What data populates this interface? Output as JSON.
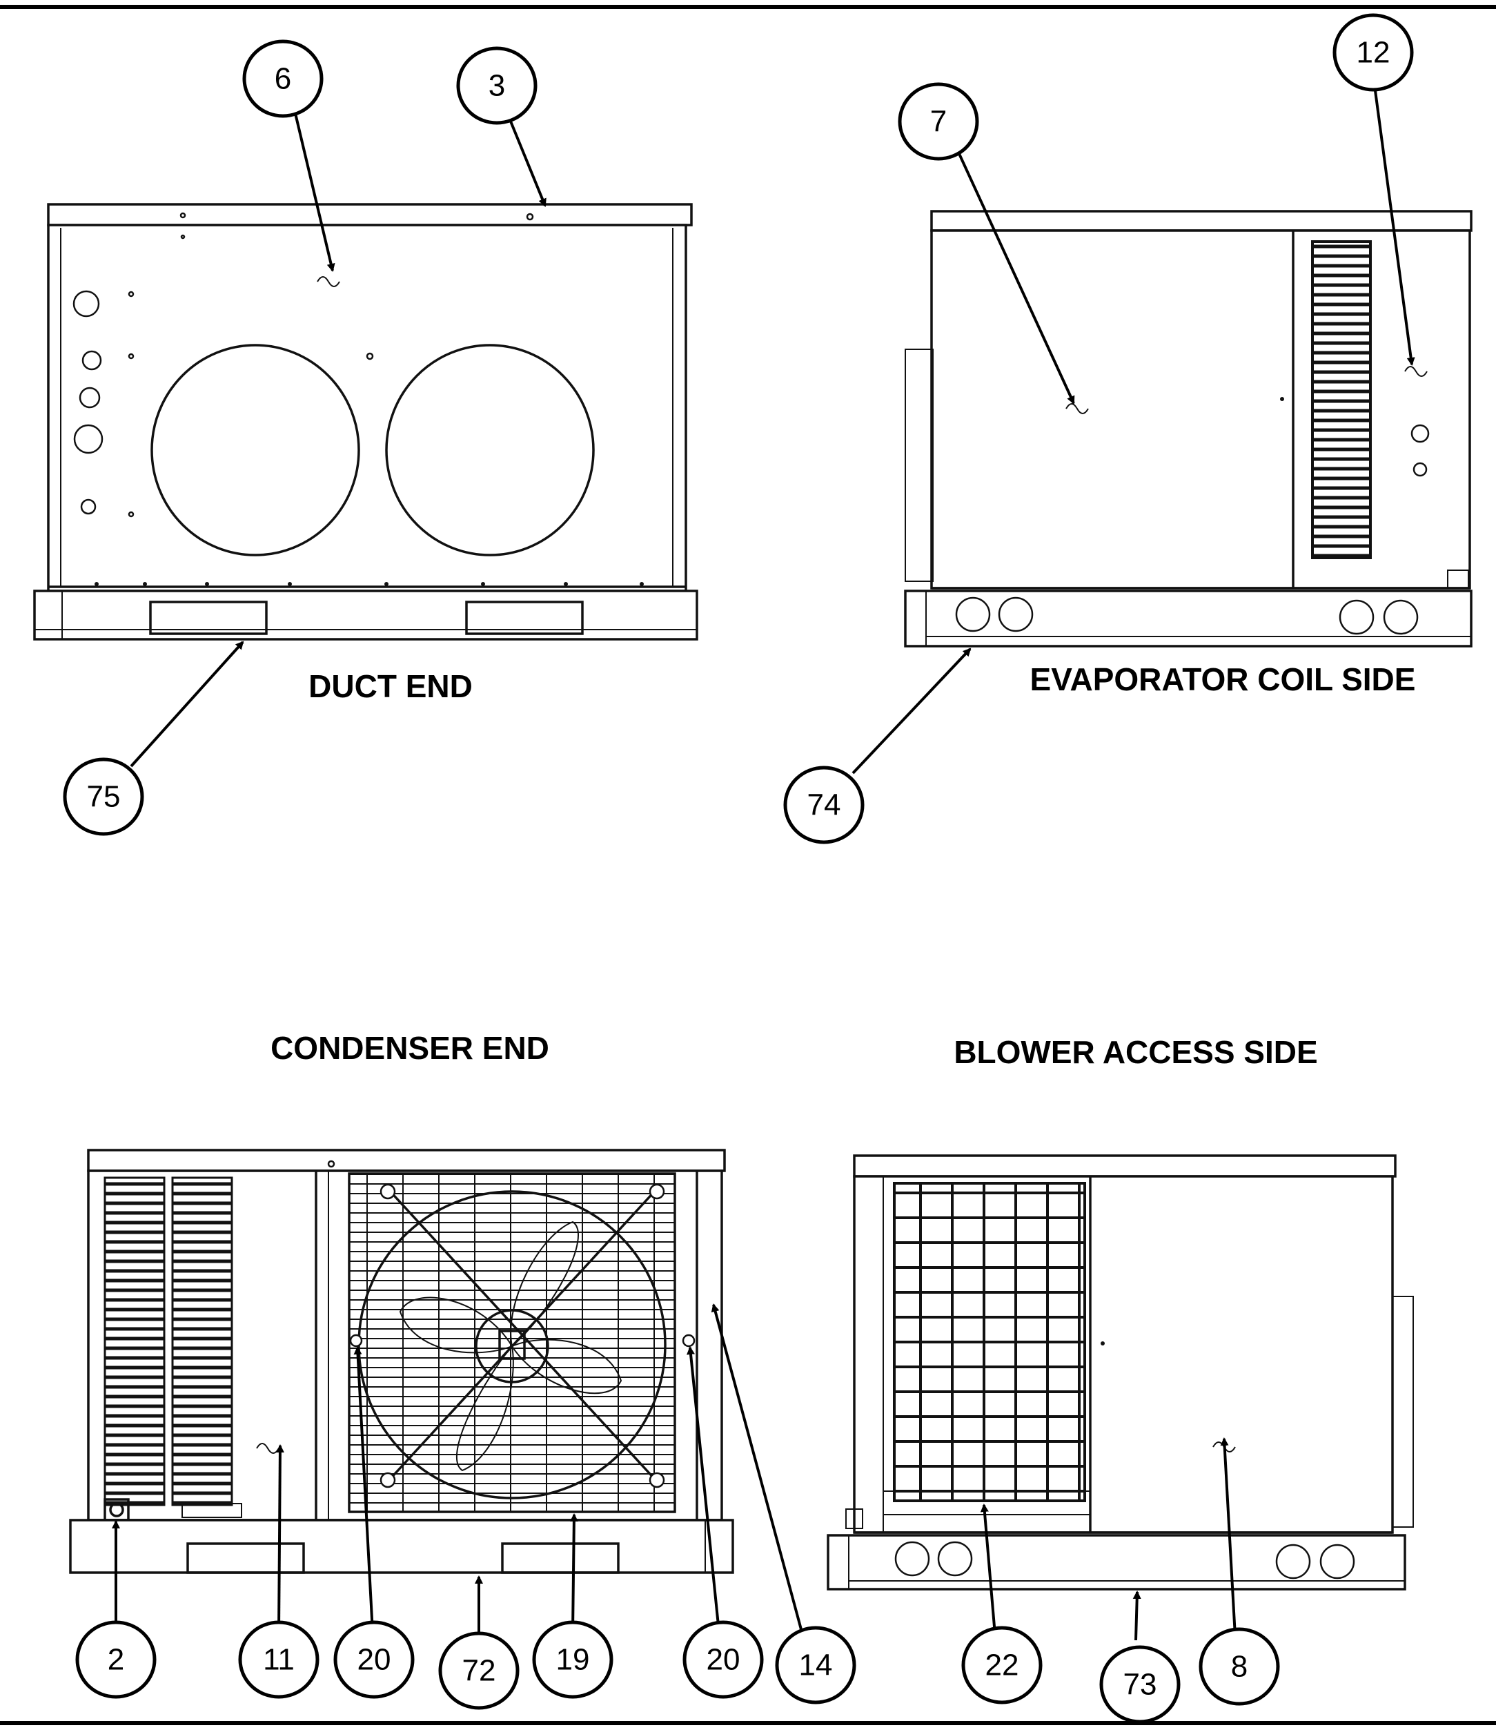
{
  "views": {
    "duct_end": {
      "title": "DUCT END"
    },
    "evaporator_coil_side": {
      "title": "EVAPORATOR COIL SIDE"
    },
    "condenser_end": {
      "title": "CONDENSER END"
    },
    "blower_access_side": {
      "title": "BLOWER ACCESS SIDE"
    }
  },
  "callouts": {
    "c6": "6",
    "c3": "3",
    "c75": "75",
    "c7": "7",
    "c12": "12",
    "c74": "74",
    "c2": "2",
    "c11": "11",
    "c20a": "20",
    "c72": "72",
    "c19": "19",
    "c20b": "20",
    "c14": "14",
    "c22": "22",
    "c73": "73",
    "c8": "8"
  }
}
